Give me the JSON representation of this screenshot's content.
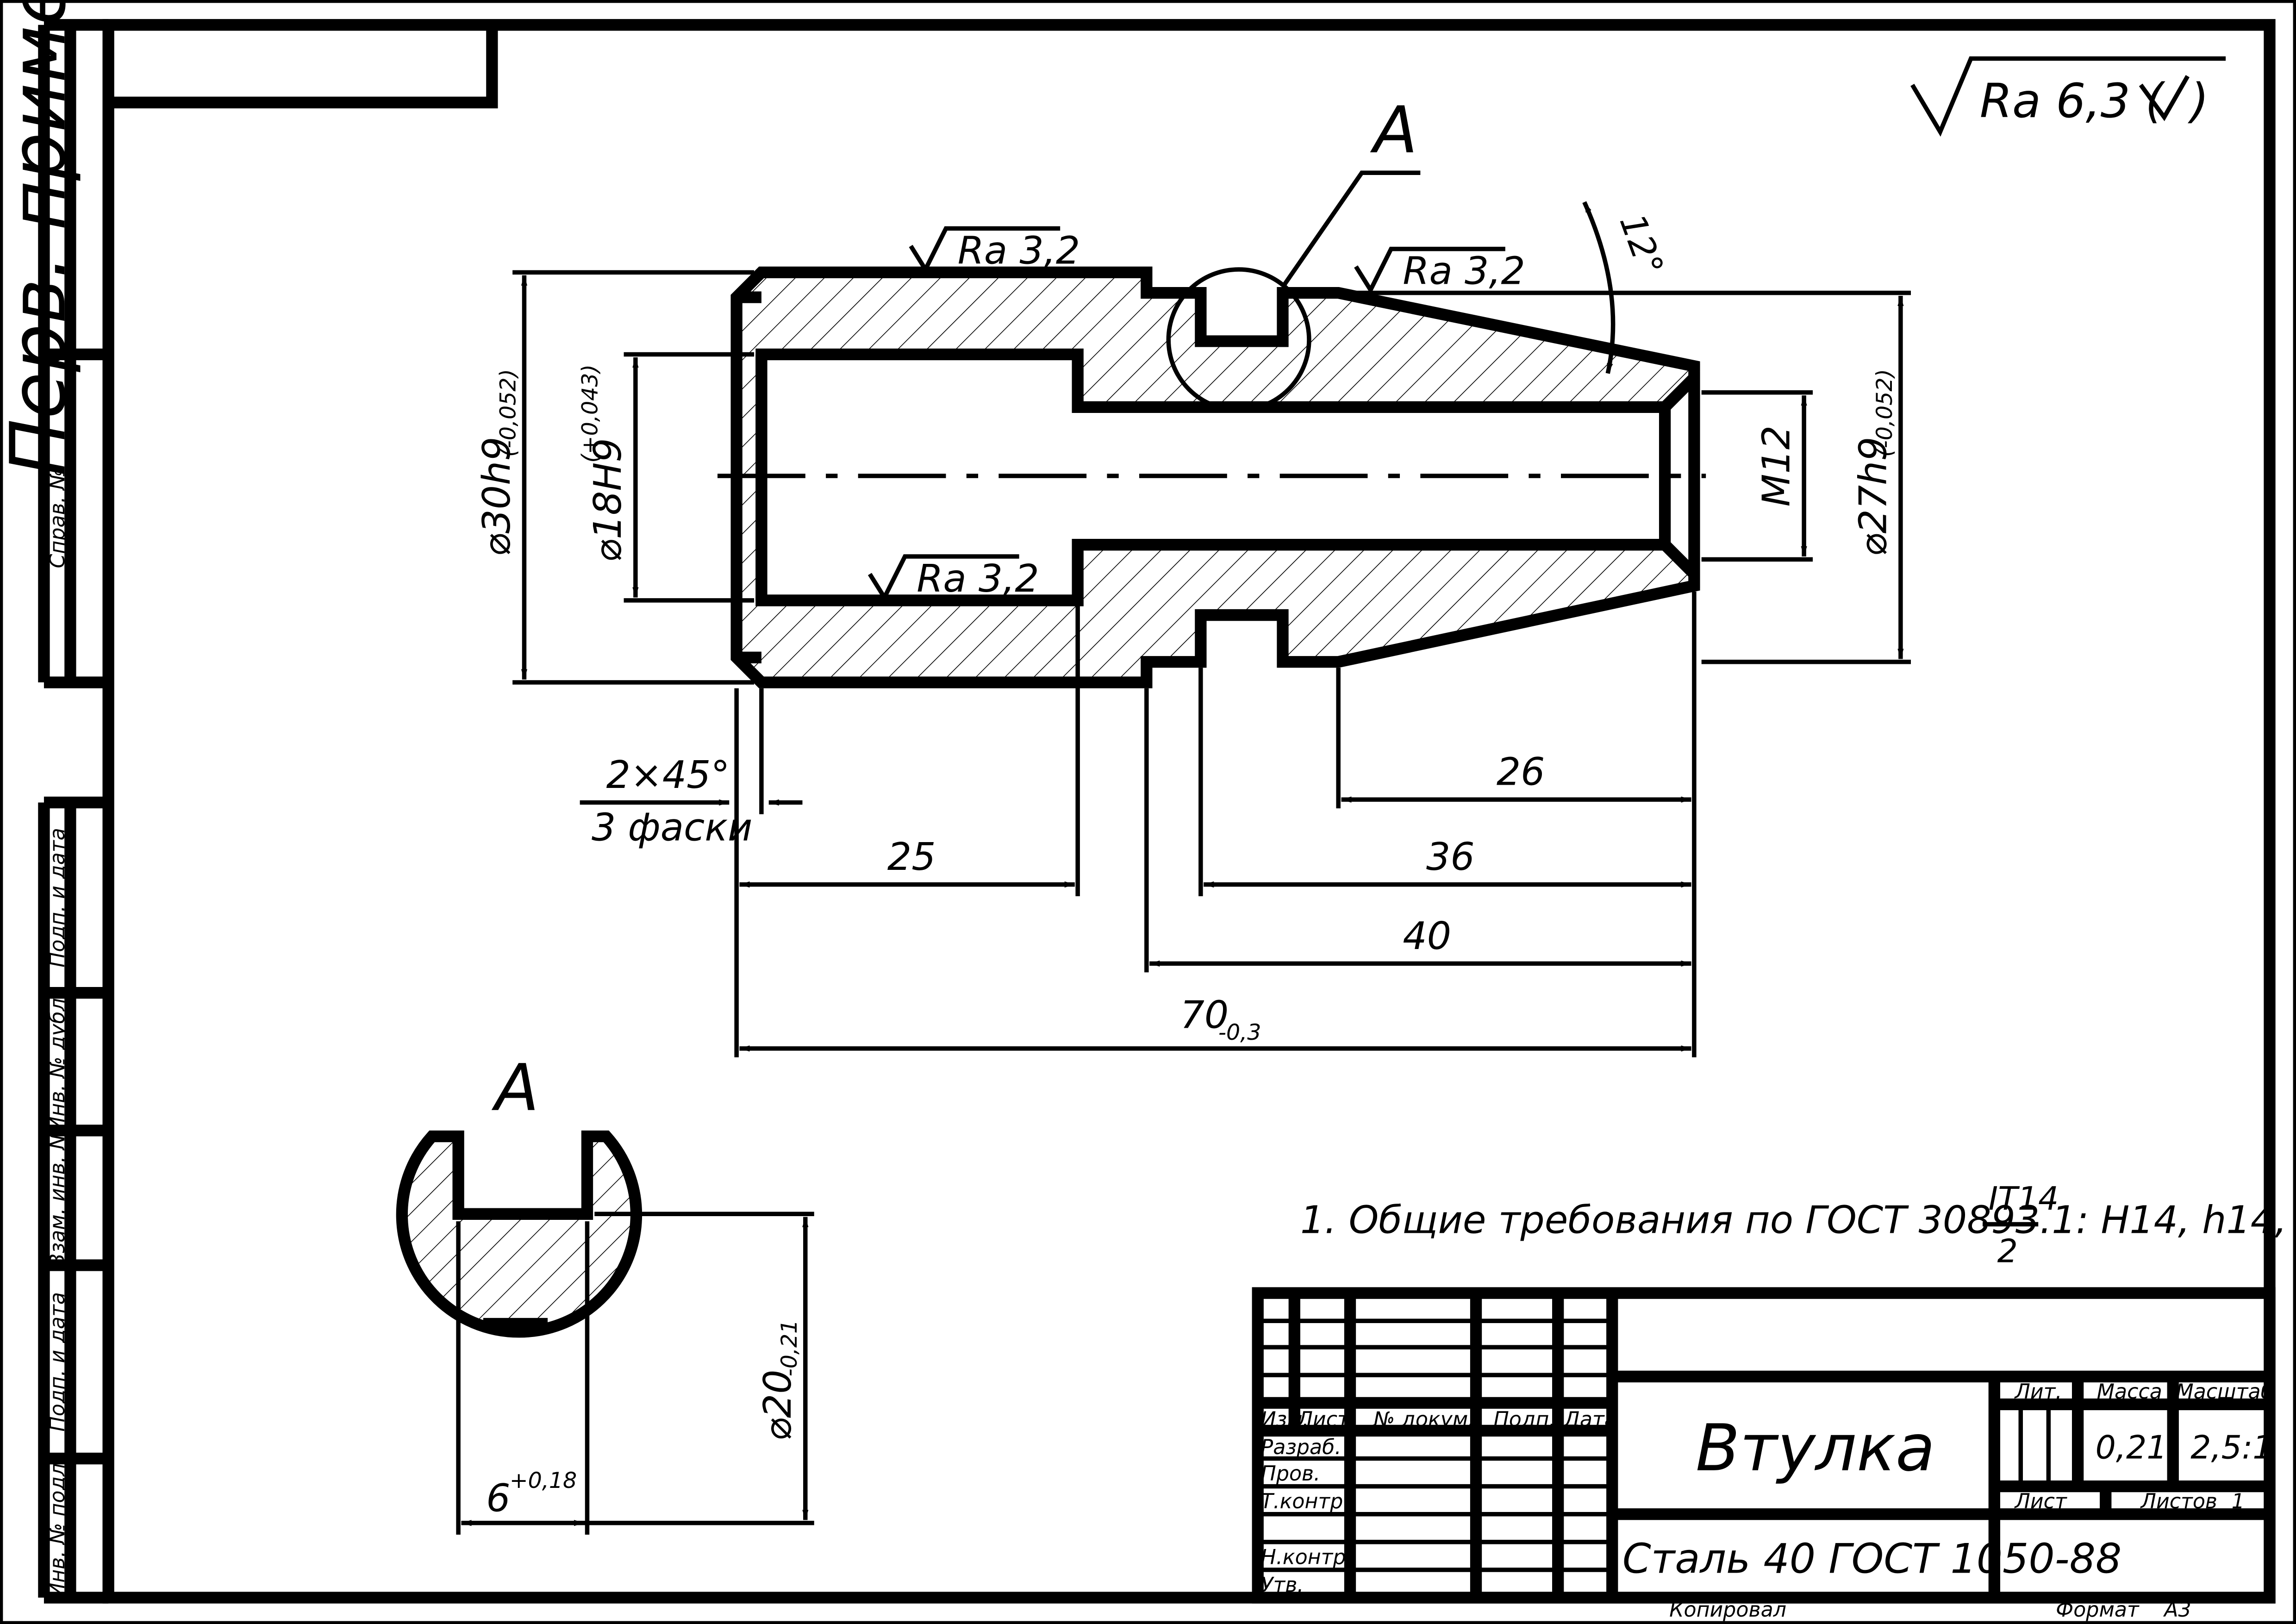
{
  "frame": {
    "side_columns": [
      "Перв. примен.",
      "Справ. №",
      "Подп. и дата",
      "Инв. № дубл.",
      "Взам. инв. №",
      "Подп. и дата",
      "Инв. № подл."
    ]
  },
  "roughness": {
    "general": "Ra 6,3 (",
    "outer_left": "Ra 3,2",
    "cone": "Ra 3,2",
    "bore": "Ra 3,2"
  },
  "views": {
    "detail_label": "А",
    "section_label": "А"
  },
  "dimensions": {
    "angle": "12°",
    "d_outer": "⌀30h9",
    "d_outer_tol": "(-0,052)",
    "d_bore": "⌀18H9",
    "d_bore_tol": "(+0,043)",
    "thread": "M12",
    "d_cone": "⌀27h9",
    "d_cone_tol": "(-0,052)",
    "chamfer": "2×45°",
    "chamfer_note": "3 фаски",
    "len_25": "25",
    "len_26": "26",
    "len_36": "36",
    "len_40": "40",
    "len_70": "70",
    "len_70_tol": "-0,3",
    "d_section": "⌀20",
    "d_section_tol": "-0,21",
    "slot": "6",
    "slot_tol": "+0,18"
  },
  "notes": {
    "req_text": "1. Общие требования по ГОСТ 30893.1: H14, h14, ±",
    "req_num": "IT14",
    "req_den": "2"
  },
  "title_block": {
    "headers": [
      "Изм.",
      "Лист",
      "№ докум.",
      "Подп.",
      "Дата"
    ],
    "roles": [
      "Разраб.",
      "Пров.",
      "Т.контр.",
      "Н.контр.",
      "Утв."
    ],
    "part_name": "Втулка",
    "material": "Сталь 40  ГОСТ 1050-88",
    "lit_label": "Лит.",
    "mass_label": "Масса",
    "scale_label": "Масштаб",
    "mass": "0,21",
    "scale": "2,5:1",
    "sheet_label": "Лист",
    "sheets_label": "Листов",
    "sheets": "1"
  },
  "footer": {
    "copied": "Копировал",
    "format_label": "Формат",
    "format": "А3"
  }
}
